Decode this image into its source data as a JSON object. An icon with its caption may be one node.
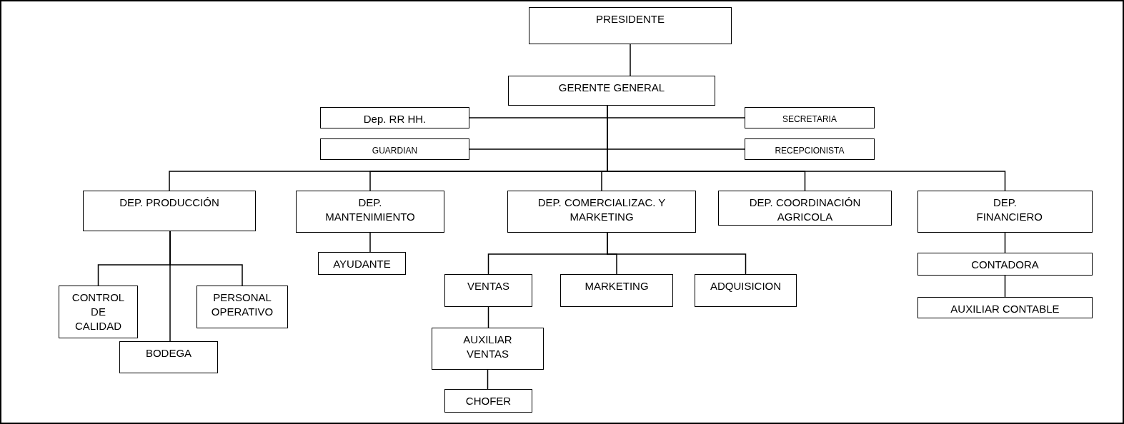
{
  "diagram": {
    "nodes": [
      {
        "text": [
          "PRESIDENTE"
        ]
      },
      {
        "text": [
          "GERENTE GENERAL"
        ]
      },
      {
        "text": [
          "Dep. RR HH."
        ]
      },
      {
        "text": [
          "SECRETARIA"
        ]
      },
      {
        "text": [
          "GUARDIAN"
        ]
      },
      {
        "text": [
          "RECEPCIONISTA"
        ]
      },
      {
        "text": [
          "DEP. PRODUCCIÓN"
        ]
      },
      {
        "text": [
          "DEP. MANTENIMIENTO"
        ]
      },
      {
        "text": [
          "DEP. COMERCIALIZAC. Y MARKETING"
        ]
      },
      {
        "text": [
          "DEP. COORDINACIÓN AGRICOLA"
        ]
      },
      {
        "text": [
          "DEP. FINANCIERO"
        ]
      },
      {
        "text": [
          "CONTROL DE CALIDAD"
        ]
      },
      {
        "text": [
          "PERSONAL OPERATIVO"
        ]
      },
      {
        "text": [
          "BODEGA"
        ]
      },
      {
        "text": [
          "AYUDANTE"
        ]
      },
      {
        "text": [
          "VENTAS"
        ]
      },
      {
        "text": [
          "MARKETING"
        ]
      },
      {
        "text": [
          "ADQUISICION"
        ]
      },
      {
        "text": [
          "AUXILIAR VENTAS"
        ]
      },
      {
        "text": [
          "CHOFER"
        ]
      },
      {
        "text": [
          "CONTADORA"
        ]
      },
      {
        "text": [
          "AUXILIAR CONTABLE"
        ]
      }
    ],
    "edges": [
      {
        "from": 0,
        "to": 1,
        "arrow": "none"
      },
      {
        "from": 1,
        "to": 2,
        "arrow": "none"
      },
      {
        "from": 1,
        "to": 3,
        "arrow": "none"
      },
      {
        "from": 1,
        "to": 4,
        "arrow": "none"
      },
      {
        "from": 1,
        "to": 5,
        "arrow": "none"
      },
      {
        "from": 1,
        "to": 6,
        "arrow": "none"
      },
      {
        "from": 1,
        "to": 7,
        "arrow": "none"
      },
      {
        "from": 1,
        "to": 8,
        "arrow": "none"
      },
      {
        "from": 1,
        "to": 9,
        "arrow": "none"
      },
      {
        "from": 1,
        "to": 10,
        "arrow": "none"
      },
      {
        "from": 6,
        "to": 11,
        "arrow": "none"
      },
      {
        "from": 6,
        "to": 12,
        "arrow": "none"
      },
      {
        "from": 6,
        "to": 13,
        "arrow": "none"
      },
      {
        "from": 7,
        "to": 14,
        "arrow": "none"
      },
      {
        "from": 8,
        "to": 15,
        "arrow": "none"
      },
      {
        "from": 8,
        "to": 16,
        "arrow": "none"
      },
      {
        "from": 8,
        "to": 17,
        "arrow": "none"
      },
      {
        "from": 15,
        "to": 18,
        "arrow": "none"
      },
      {
        "from": 18,
        "to": 19,
        "arrow": "none"
      },
      {
        "from": 10,
        "to": 20,
        "arrow": "none"
      },
      {
        "from": 20,
        "to": 21,
        "arrow": "none"
      }
    ]
  }
}
